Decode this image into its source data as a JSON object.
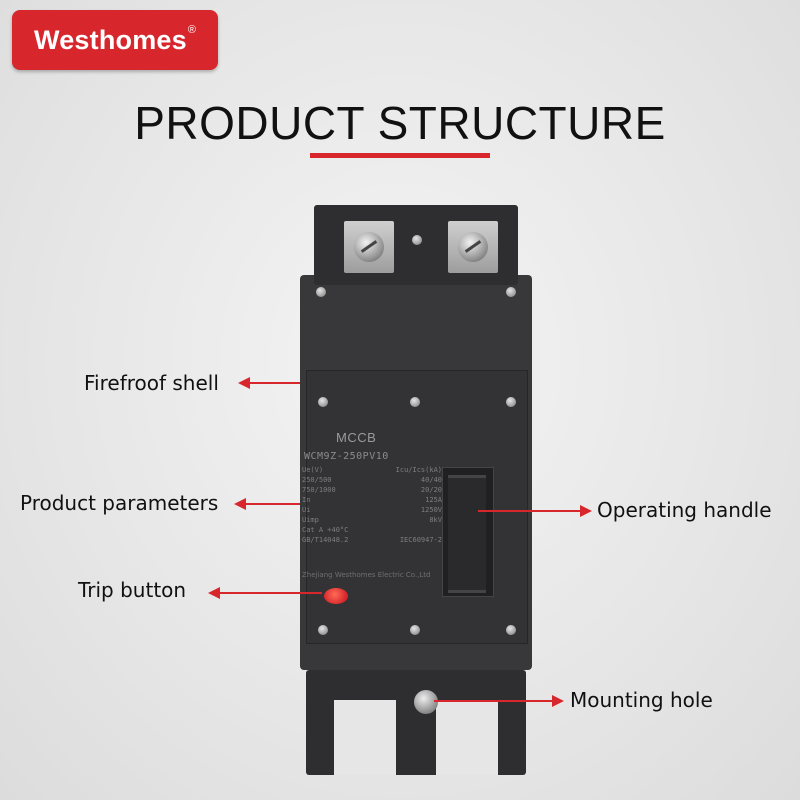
{
  "brand": {
    "name": "Westhomes",
    "reg": "®"
  },
  "title": "PRODUCT STRUCTURE",
  "labels": {
    "fireproof": "Firefroof shell",
    "parameters": "Product parameters",
    "trip": "Trip button",
    "handle": "Operating handle",
    "mounting": "Mounting hole"
  },
  "device": {
    "type": "MCCB",
    "model": "WCM9Z-250PV10",
    "specs": [
      [
        "Ue(V)",
        "Icu/Ics(kA)"
      ],
      [
        "250/500",
        "40/40"
      ],
      [
        "750/1000",
        "20/20"
      ],
      [
        "In",
        "125A"
      ],
      [
        "Ui",
        "1250V"
      ],
      [
        "Uimp",
        "8kV"
      ],
      [
        "Cat A  +40°C",
        ""
      ],
      [
        "GB/T14048.2",
        "IEC60947-2"
      ]
    ],
    "maker": "Zhejiang Westhomes Electric Co.,Ltd"
  },
  "colors": {
    "accent": "#d7262c",
    "body": "#38383b"
  }
}
